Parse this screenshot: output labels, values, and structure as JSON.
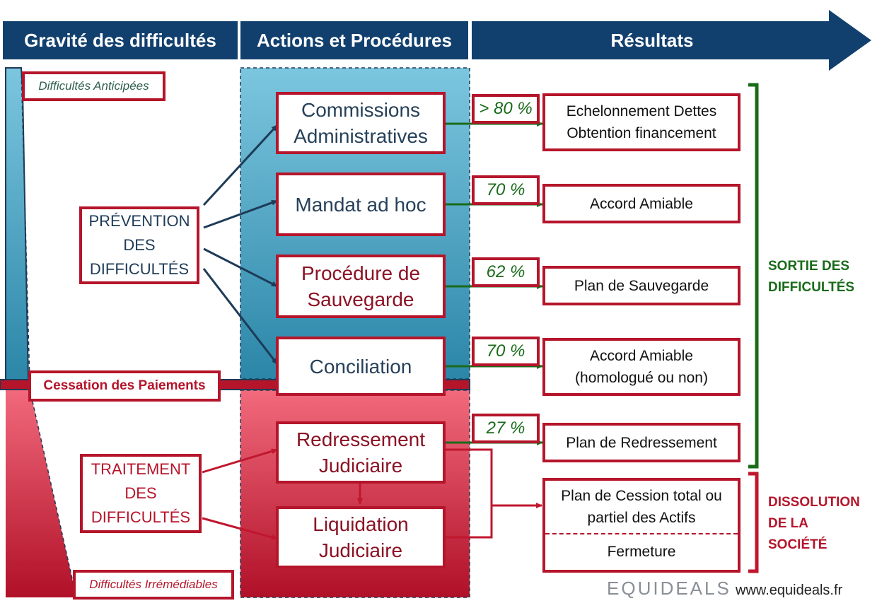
{
  "columns": {
    "gravite": "Gravité des difficultés",
    "actions": "Actions et Procédures",
    "resultats": "Résultats"
  },
  "severity": {
    "anticipated": "Difficultés Anticipées",
    "cessation": "Cessation des Paiements",
    "irremediable": "Difficultés Irrémédiables"
  },
  "categories": {
    "prevention": "PRÉVENTION\nDES\nDIFFICULTÉS",
    "traitement": "TRAITEMENT\nDES\nDIFFICULTÉS"
  },
  "procedures": [
    {
      "label": "Commissions\nAdministratives",
      "rate": "> 80 %",
      "result": "Echelonnement Dettes\nObtention financement"
    },
    {
      "label": "Mandat ad hoc",
      "rate": "70 %",
      "result": "Accord Amiable"
    },
    {
      "label": "Procédure de\nSauvegarde",
      "rate": "62 %",
      "result": "Plan de Sauvegarde"
    },
    {
      "label": "Conciliation",
      "rate": "70 %",
      "result": "Accord Amiable\n(homologué ou non)"
    },
    {
      "label": "Redressement\nJudiciaire",
      "rate": "27 %",
      "result": "Plan de Redressement"
    },
    {
      "label": "Liquidation\nJudiciaire"
    }
  ],
  "dissolution_results": {
    "cession": "Plan de Cession total ou\npartiel des Actifs",
    "fermeture": "Fermeture"
  },
  "outcomes": {
    "sortie": "SORTIE DES\nDIFFICULTÉS",
    "dissolution": "DISSOLUTION\nDE LA\nSOCIÉTÉ"
  },
  "branding": {
    "logo": "EQUIDEALS",
    "website": "www.equideals.fr"
  },
  "colors": {
    "header": "#12406e",
    "border_red": "#b5152b",
    "percent_green": "#1a6b1a",
    "sortie_green": "#1a6b1a",
    "dissolution_red": "#b5152b"
  }
}
